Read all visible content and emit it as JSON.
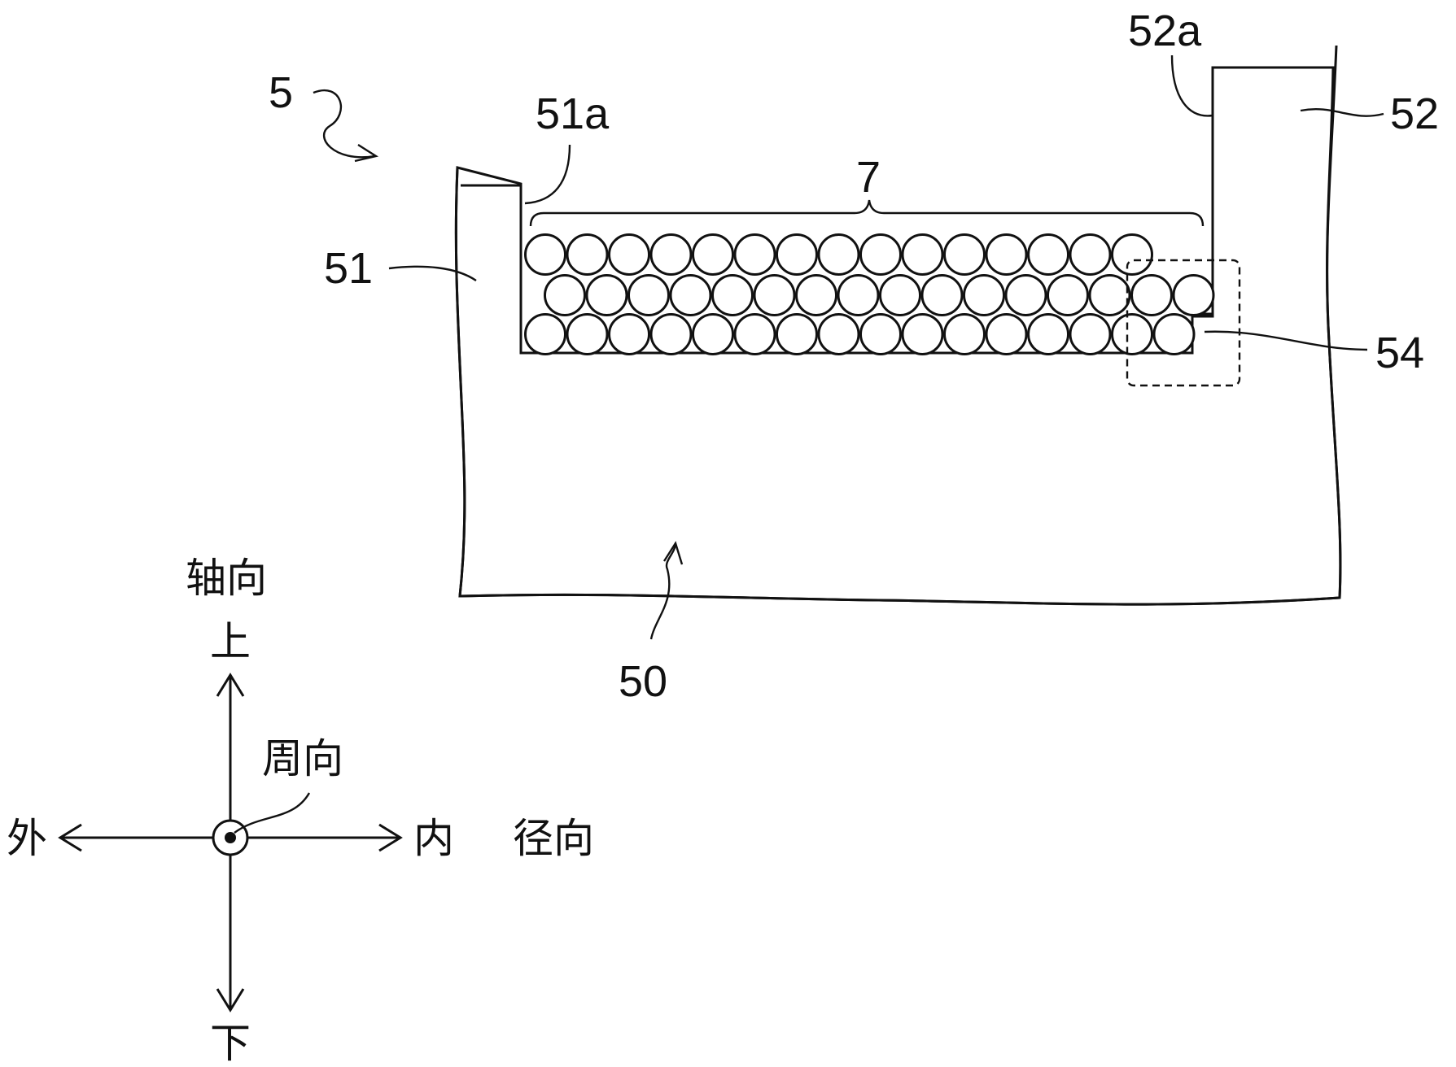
{
  "reference_labels": {
    "assembly": "5",
    "body": "50",
    "left_wall": "51",
    "left_wall_face": "51a",
    "right_wall": "52",
    "right_wall_face": "52a",
    "conductor_bundle": "7",
    "detail_region": "54"
  },
  "direction_labels": {
    "axial": "轴向",
    "up": "上",
    "down": "下",
    "circumferential": "周向",
    "outer": "外",
    "inner": "内",
    "radial": "径向"
  },
  "conductor_rows": [
    15,
    16,
    16
  ],
  "colors": {
    "ink": "#111111",
    "background": "#ffffff"
  }
}
